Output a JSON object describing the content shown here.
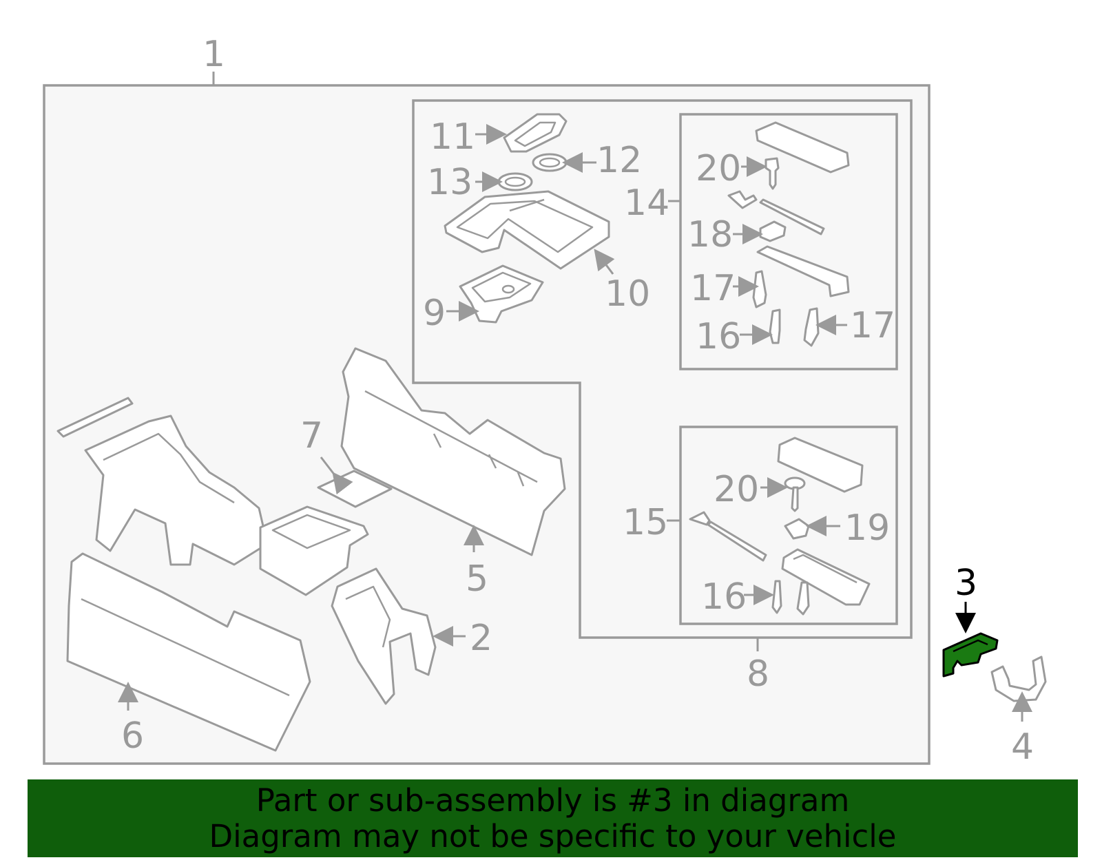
{
  "callouts": {
    "c1": "1",
    "c2": "2",
    "c3": "3",
    "c4": "4",
    "c5": "5",
    "c6": "6",
    "c7": "7",
    "c8": "8",
    "c9": "9",
    "c10": "10",
    "c11": "11",
    "c12": "12",
    "c13": "13",
    "c14": "14",
    "c15": "15",
    "c16a": "16",
    "c16b": "16",
    "c17a": "17",
    "c17b": "17",
    "c18": "18",
    "c19": "19",
    "c20a": "20",
    "c20b": "20"
  },
  "highlight": {
    "part_number": "3",
    "color": "#1a7a12"
  },
  "banner": {
    "background": "#0f5e0b",
    "line1": "Part or sub-assembly is #3 in diagram",
    "line2": "Diagram may not be specific to your vehicle"
  }
}
